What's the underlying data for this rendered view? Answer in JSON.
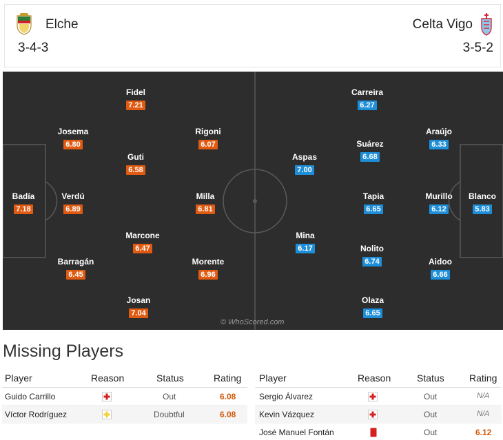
{
  "header": {
    "home_team": "Elche",
    "away_team": "Celta Vigo",
    "home_formation": "3-4-3",
    "away_formation": "3-5-2"
  },
  "pitch": {
    "watermark": "© WhoScored.com",
    "home_players": [
      {
        "name": "Badía",
        "rating": "7.18"
      },
      {
        "name": "Josema",
        "rating": "6.80"
      },
      {
        "name": "Verdú",
        "rating": "6.89"
      },
      {
        "name": "Barragán",
        "rating": "6.45"
      },
      {
        "name": "Fidel",
        "rating": "7.21"
      },
      {
        "name": "Guti",
        "rating": "6.58"
      },
      {
        "name": "Marcone",
        "rating": "6.47"
      },
      {
        "name": "Josan",
        "rating": "7.04"
      },
      {
        "name": "Rigoni",
        "rating": "6.07"
      },
      {
        "name": "Milla",
        "rating": "6.81"
      },
      {
        "name": "Morente",
        "rating": "6.96"
      }
    ],
    "away_players": [
      {
        "name": "Aspas",
        "rating": "7.00"
      },
      {
        "name": "Mina",
        "rating": "6.17"
      },
      {
        "name": "Carreira",
        "rating": "6.27"
      },
      {
        "name": "Suárez",
        "rating": "6.68"
      },
      {
        "name": "Tapia",
        "rating": "6.65"
      },
      {
        "name": "Nolito",
        "rating": "6.74"
      },
      {
        "name": "Olaza",
        "rating": "6.65"
      },
      {
        "name": "Araújo",
        "rating": "6.33"
      },
      {
        "name": "Murillo",
        "rating": "6.12"
      },
      {
        "name": "Aidoo",
        "rating": "6.66"
      },
      {
        "name": "Blanco",
        "rating": "5.83"
      }
    ]
  },
  "missing": {
    "title": "Missing Players",
    "headers": {
      "player": "Player",
      "reason": "Reason",
      "status": "Status",
      "rating": "Rating"
    },
    "home": [
      {
        "player": "Guido Carrillo",
        "reason": "injury-icon",
        "status": "Out",
        "rating": "6.08"
      },
      {
        "player": "Víctor Rodríguez",
        "reason": "doubtful-icon",
        "status": "Doubtful",
        "rating": "6.08"
      }
    ],
    "away": [
      {
        "player": "Sergio Álvarez",
        "reason": "injury-icon",
        "status": "Out",
        "rating": "N/A"
      },
      {
        "player": "Kevin Vázquez",
        "reason": "injury-icon",
        "status": "Out",
        "rating": "N/A"
      },
      {
        "player": "José Manuel Fontán",
        "reason": "red-card-icon",
        "status": "Out",
        "rating": "6.12"
      }
    ]
  },
  "colors": {
    "home_rating_bg": "#e05a12",
    "away_rating_bg": "#1e8ed8",
    "pitch_bg": "#2d2d2d"
  }
}
